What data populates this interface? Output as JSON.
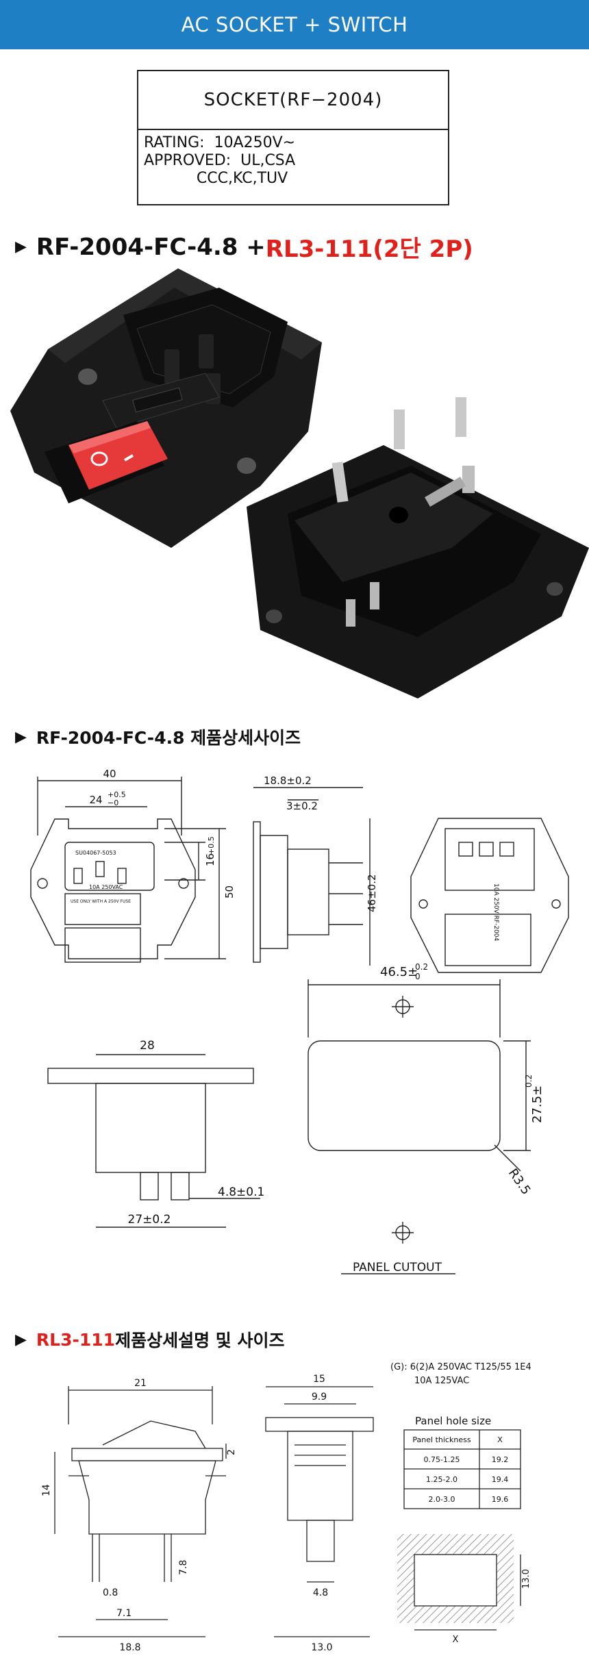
{
  "banner": {
    "title": "AC SOCKET + SWITCH"
  },
  "spec_box": {
    "title": "SOCKET(RF−2004)",
    "rows": [
      "RATING:  10A250V~",
      "APPROVED:  UL,CSA",
      "           CCC,KC,TUV"
    ]
  },
  "section1": {
    "part1": "RF-2004-FC-4.8 + ",
    "part2": "RL3-111(2단 2P)"
  },
  "section2": {
    "label": "RF-2004-FC-4.8 제품상세사이즈"
  },
  "section3": {
    "red": "RL3-111",
    "rest": " 제품상세설명 및 사이즈"
  },
  "dims1": {
    "w40": "40",
    "w24": "24",
    "w24tol_top": "+0.5",
    "w24tol_bot": "−0",
    "h16": "16",
    "h16tol": "+0.5",
    "h50": "50",
    "d18": "18.8±0.2",
    "d3": "3±0.2",
    "h46": "46±0.2",
    "w28": "28",
    "w27": "27±0.2",
    "w48": "4.8±0.1",
    "cut_w": "46.5±",
    "cut_w_tol_top": "0.2",
    "cut_w_tol_bot": "0",
    "cut_h": "27.5±",
    "cut_h_tol": "0.2",
    "cut_r": "R3.5",
    "cut_label": "PANEL  CUTOUT",
    "face_top": "SU04067-5053",
    "face_mid": "10A 250VAC",
    "face_fuse": "USE ONLY WITH A 250V FUSE",
    "back_label": "10A 250V RF-2004"
  },
  "dims2": {
    "w21": "21",
    "h14": "14",
    "h2": "2",
    "d08": "0.8",
    "d78": "7.8",
    "d71": "7.1",
    "w188": "18.8",
    "w15": "15",
    "w99": "9.9",
    "d48": "4.8",
    "w130": "13.0",
    "g_line1": "(G): 6(2)A  250VAC  T125/55  1E4",
    "g_line2": "10A   125VAC",
    "table_title": "Panel hole size",
    "table_head": [
      "Panel thickness",
      "X"
    ],
    "table_rows": [
      [
        "0.75-1.25",
        "19.2"
      ],
      [
        "1.25-2.0",
        "19.4"
      ],
      [
        "2.0-3.0",
        "19.6"
      ]
    ],
    "hole_h": "13.0",
    "hole_x": "X"
  },
  "colors": {
    "banner": "#1f7fc4",
    "accent_red": "#e0201a",
    "switch_red": "#e63a3a"
  }
}
